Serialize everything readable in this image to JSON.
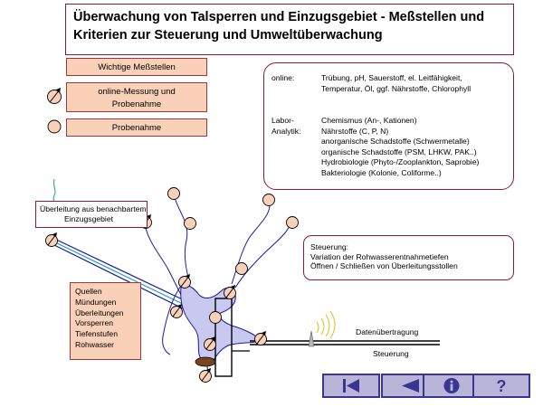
{
  "title": {
    "line1": "Überwachung von Talsperren und Einzugsgebiet - Meßstellen und",
    "line2": "Kriterien zur Steuerung und Umweltüberwachung"
  },
  "legend": {
    "header": "Wichtige Meßstellen",
    "online_line1": "online-Messung und",
    "online_line2": "Probenahme",
    "probe": "Probenahme"
  },
  "methods": {
    "online_key": "online:",
    "online_val1": "Trübung, pH, Sauerstoff, el. Leitfähigkeit,",
    "online_val2": "Temperatur, Öl, ggf. Nährstoffe, Chlorophyll",
    "labor_key": "Labor-\nAnalytik:",
    "labor_vals": [
      "Chemismus (An-, Kationen)",
      "Nährstoffe (C, P, N)",
      "anorganische Schadstoffe (Schwermetalle)",
      "organische Schadstoffe (PSM, LHKW, PAK..)",
      "Hydrobiologie (Phyto-/Zooplankton, Saprobie)",
      "Bakteriologie (Kolonie, Coliforme..)"
    ]
  },
  "ueberleitung": {
    "line1": "Überleitung aus benachbartem",
    "line2": "Einzugsgebiet"
  },
  "steuerung_box": {
    "line1": "Steuerung:",
    "line2": "Variation der Rohwasserentnahmetiefen",
    "line3": "Öffnen / Schließen von Überleitungsstollen"
  },
  "sources": [
    "Quellen",
    "Mündungen",
    "Überleitungen",
    "Vorsperren",
    "Tiefenstufen",
    "Rohwasser"
  ],
  "labels": {
    "datenuebertragung": "Datenübertragung",
    "steuerung": "Steuerung"
  },
  "colors": {
    "title_border": "#8b1a3a",
    "salmon_fill": "#f9d0b8",
    "lake_fill": "#c8c8f0",
    "stream": "#1a1a9a",
    "nav_fill": "#b9b5d8",
    "nav_icon": "#3a3590"
  },
  "nav": {
    "icons": [
      "first-page-icon",
      "back-icon",
      "info-icon",
      "help-icon"
    ]
  }
}
